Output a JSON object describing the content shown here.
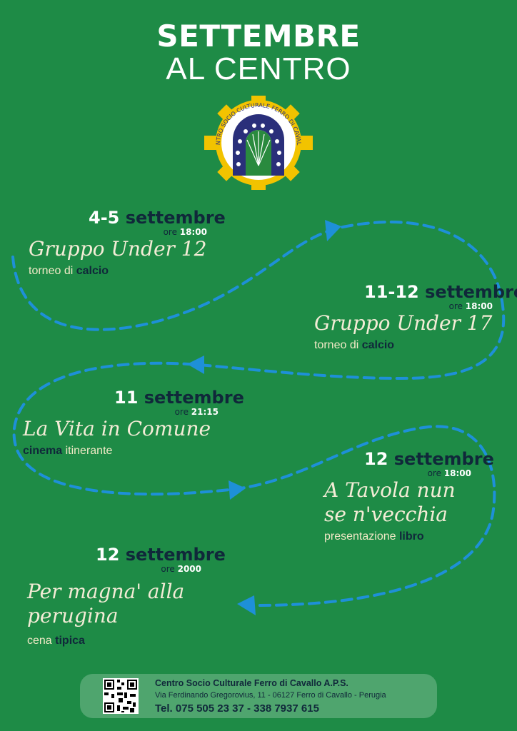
{
  "title": {
    "line1": "SETTEMBRE",
    "line2": "AL CENTRO"
  },
  "logo": {
    "text": "CENTRO SOCIO CULTURALE FERRO DI CAVALLO"
  },
  "colors": {
    "background": "#1e8b46",
    "path": "#1e90d8",
    "dark": "#10283a",
    "cream": "#f3ecd6",
    "footer": "#4fa56e"
  },
  "events": [
    {
      "date_num": "4-5",
      "date_month": "settembre",
      "time_label": "ore",
      "time_value": "18:00",
      "name": "Gruppo Under 12",
      "desc_pre": "torneo di ",
      "desc_bold": "calcio",
      "desc_post": ""
    },
    {
      "date_num": "11-12",
      "date_month": "settembre",
      "time_label": "ore",
      "time_value": "18:00",
      "name": "Gruppo Under 17",
      "desc_pre": "torneo di ",
      "desc_bold": "calcio",
      "desc_post": ""
    },
    {
      "date_num": "11",
      "date_month": "settembre",
      "time_label": "ore",
      "time_value": "21:15",
      "name": "La Vita in Comune",
      "desc_pre": "",
      "desc_bold": "cinema",
      "desc_post": " itinerante"
    },
    {
      "date_num": "12",
      "date_month": "settembre",
      "time_label": "ore",
      "time_value": "18:00",
      "name_line1": "A Tavola nun",
      "name_line2": "se n'vecchia",
      "desc_pre": "presentazione ",
      "desc_bold": "libro",
      "desc_post": ""
    },
    {
      "date_num": "12",
      "date_month": "settembre",
      "time_label": "ore",
      "time_value": "2000",
      "name_line1": "Per magna' alla",
      "name_line2": "perugina",
      "desc_pre": "cena ",
      "desc_bold": "tipica",
      "desc_post": ""
    }
  ],
  "footer": {
    "org": "Centro Socio Culturale Ferro di Cavallo A.P.S.",
    "address": "Via Ferdinando Gregorovius, 11 - 06127 Ferro di Cavallo - Perugia",
    "tel": "Tel. 075 505 23 37 - 338 7937 615"
  }
}
